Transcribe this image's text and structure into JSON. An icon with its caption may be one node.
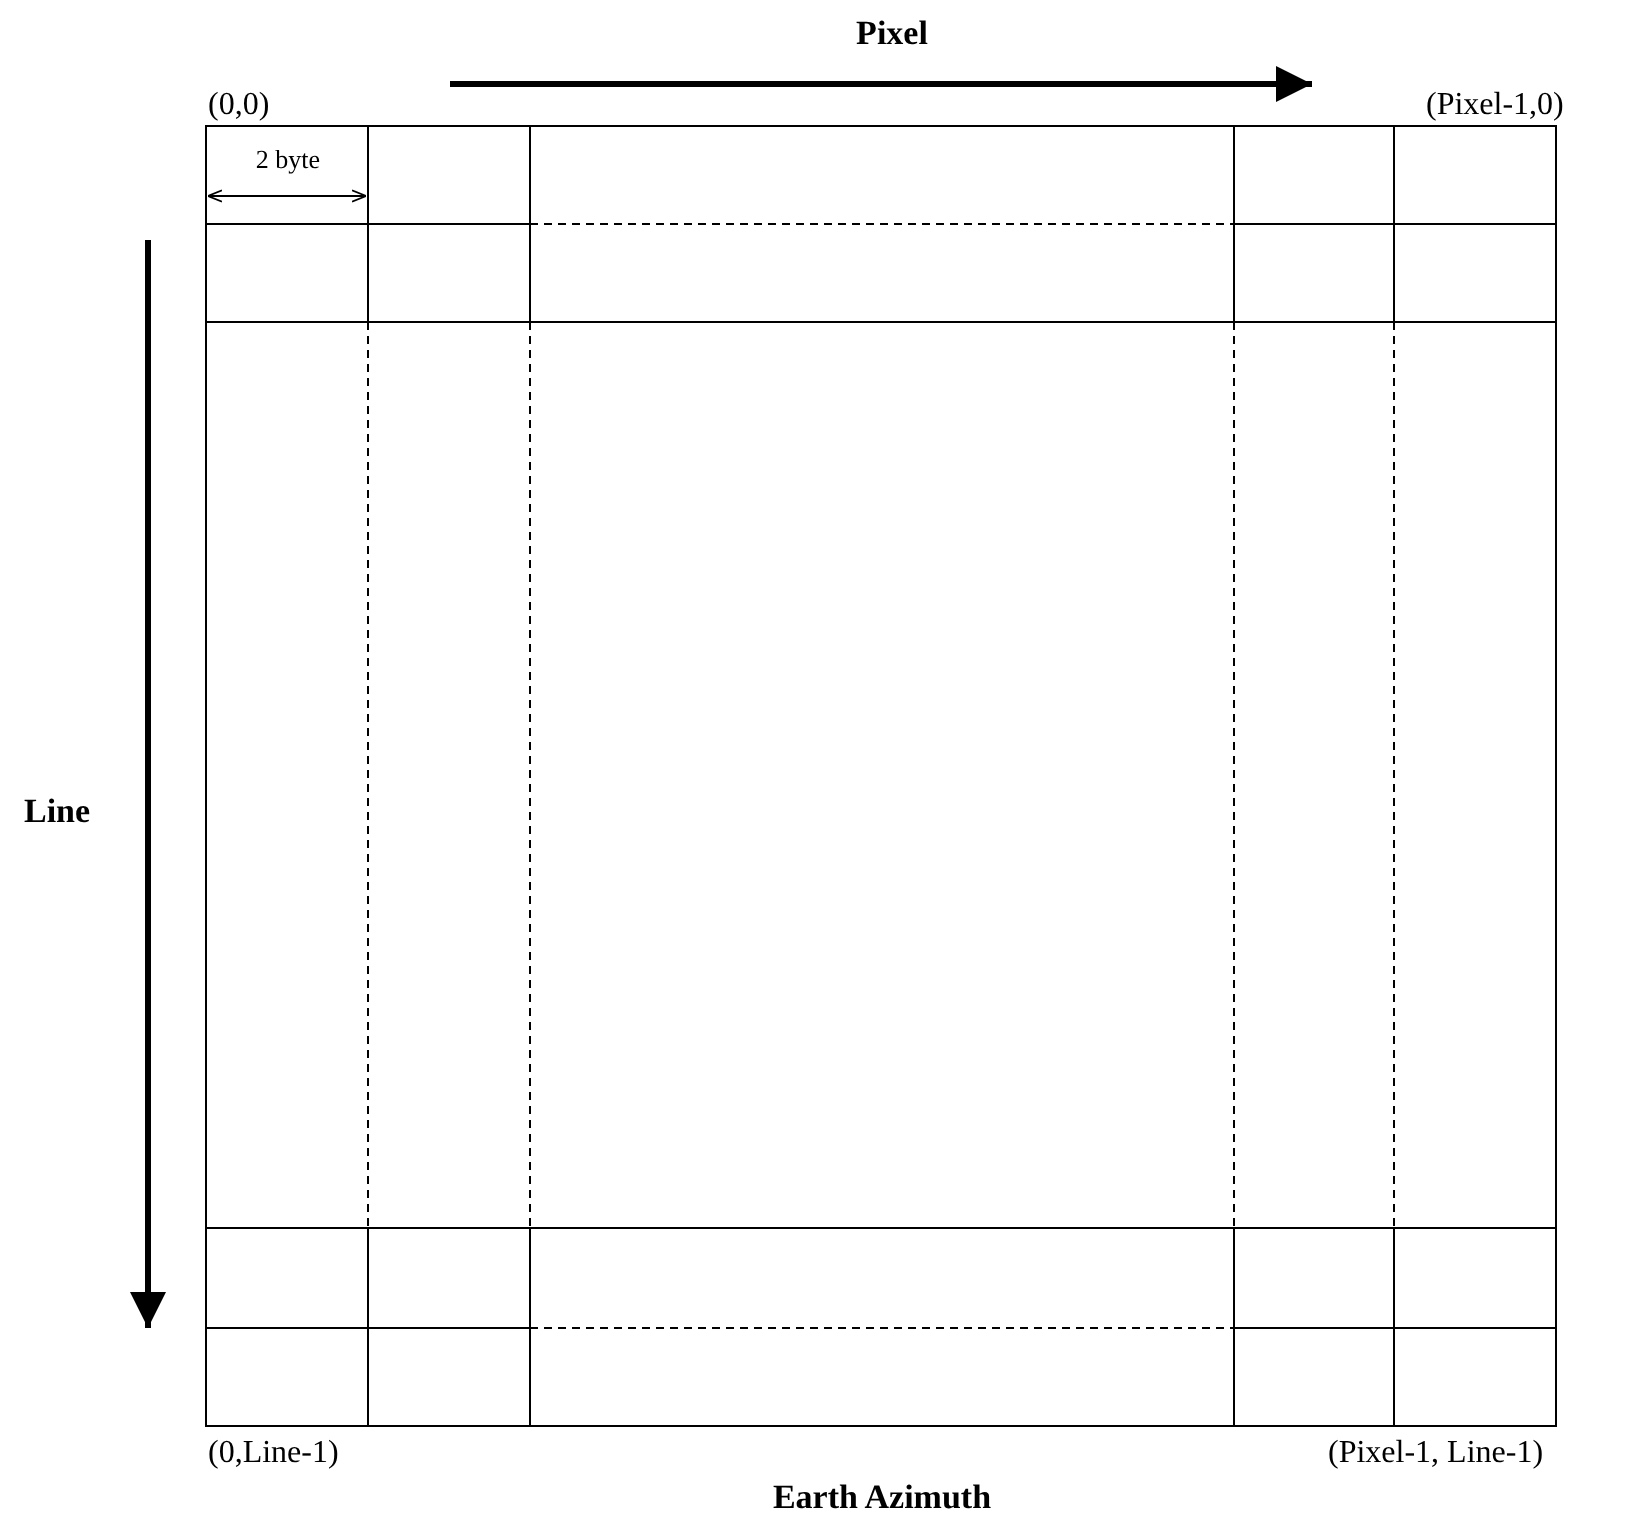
{
  "diagram": {
    "caption": "Earth Azimuth",
    "labels": [
      "Pixel",
      "(0,0)",
      "(Pixel-1,0)",
      "2 byte",
      "Line",
      "(0,Line-1)",
      "(Pixel-1, Line-1)"
    ]
  }
}
